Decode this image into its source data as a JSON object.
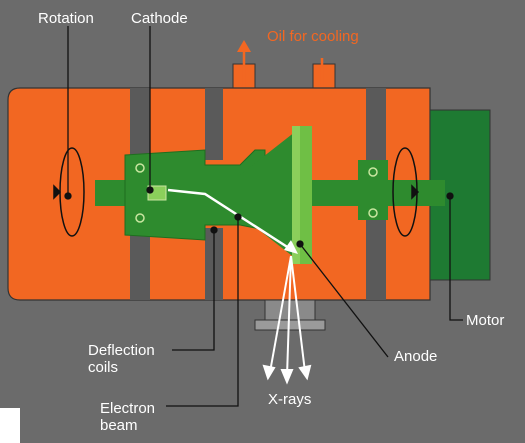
{
  "labels": {
    "rotation": "Rotation",
    "cathode": "Cathode",
    "oil": "Oil for cooling",
    "motor": "Motor",
    "anode": "Anode",
    "deflection_1": "Deflection",
    "deflection_2": "coils",
    "electron_1": "Electron",
    "electron_2": "beam",
    "xrays": "X-rays"
  },
  "colors": {
    "background": "#6b6b6b",
    "housing": "#f26722",
    "rotor": "#2e8b2e",
    "rotor_dark": "#1f6e1f",
    "anode_face": "#8bcf5b",
    "motor": "#1e7a32",
    "slot": "#5a5a5a",
    "oil_label": "#f26722",
    "label": "#ffffff",
    "leader": "#111111",
    "beam": "#ffffff"
  }
}
